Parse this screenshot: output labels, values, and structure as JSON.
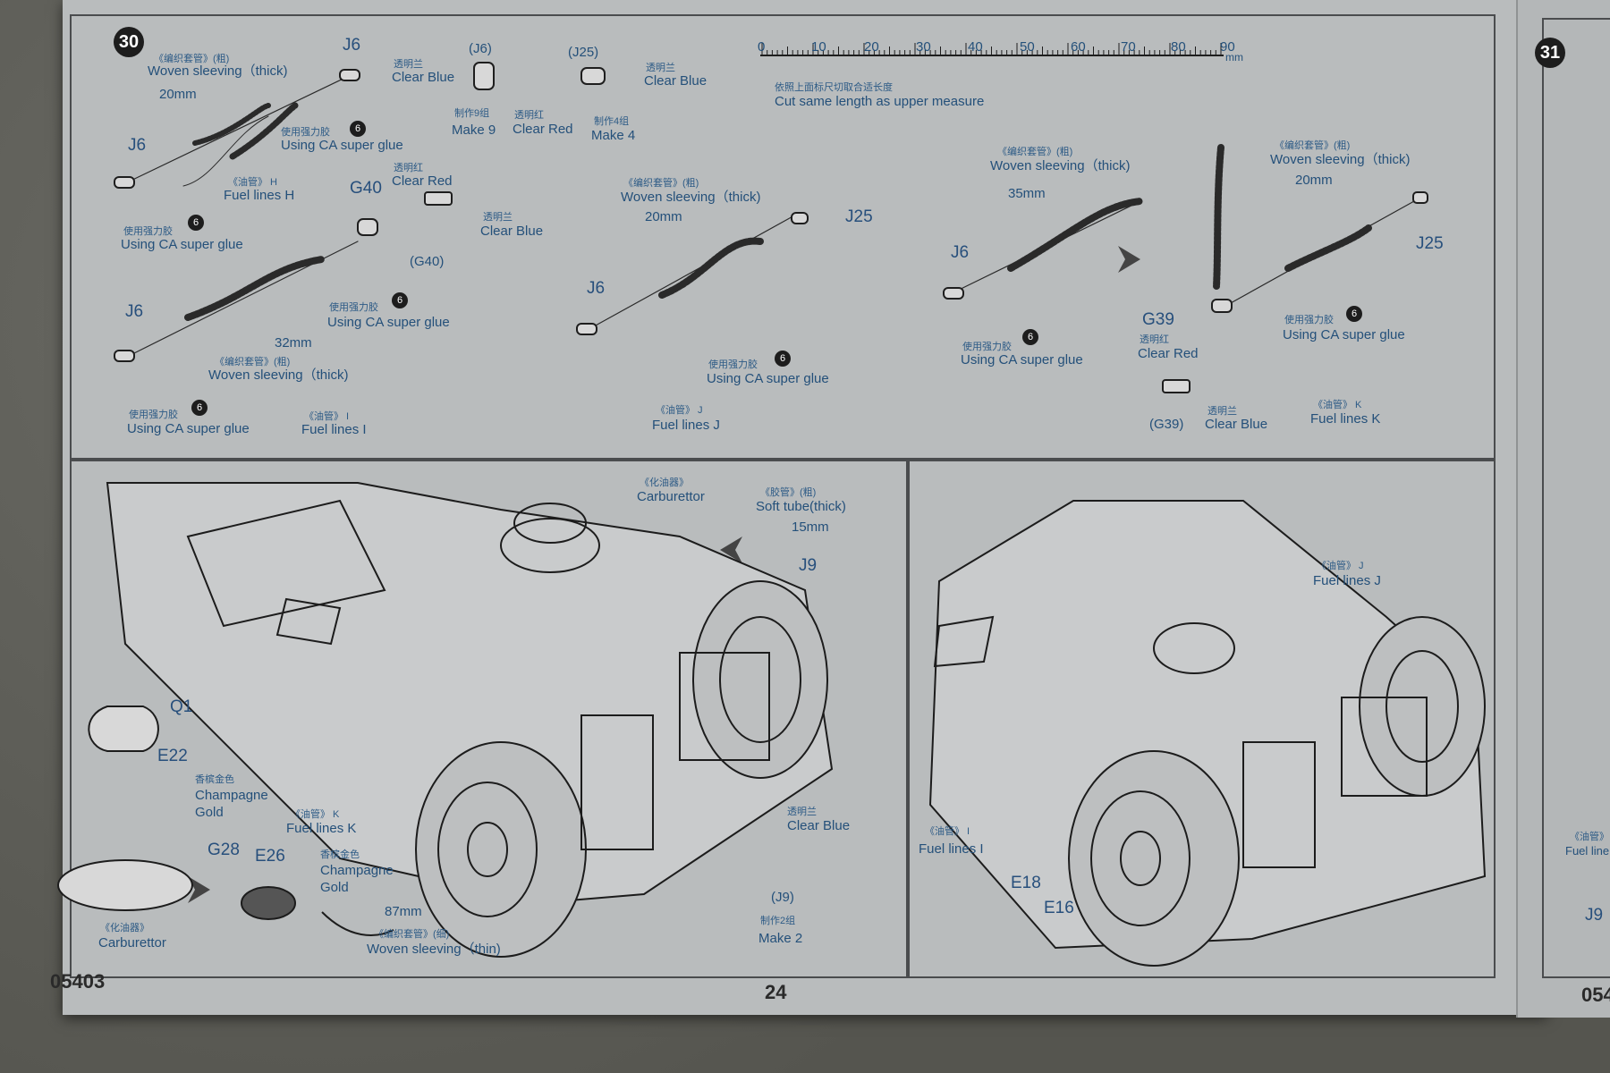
{
  "page": {
    "number": "24",
    "code": "05403",
    "code_right": "054"
  },
  "steps": {
    "step_30": "30",
    "step_31": "31"
  },
  "ruler": {
    "ticks": [
      "0",
      "10",
      "20",
      "30",
      "40",
      "50",
      "60",
      "70",
      "80",
      "90"
    ],
    "unit": "mm",
    "note_cn": "依照上面标尺切取合适长度",
    "note": "Cut same length as upper measure"
  },
  "top": {
    "h": {
      "sleeve_cn": "《编织套管》(粗)",
      "sleeve": "Woven sleeving（thick)",
      "len": "20mm",
      "part_top": "J6",
      "part_bottom": "J6",
      "fuel_cn": "《油管》 H",
      "fuel": "Fuel lines H",
      "glue_cn": "使用强力胶",
      "glue": "Using CA super glue",
      "glue2_cn": "使用强力胶",
      "glue2": "Using CA super glue"
    },
    "make": {
      "j6": "(J6)",
      "clear_blue_cn": "透明兰",
      "clear_blue": "Clear Blue",
      "make9_cn": "制作9组",
      "make9": "Make 9",
      "clear_red_cn": "透明红",
      "clear_red": "Clear Red",
      "j25": "(J25)",
      "clear_blue2_cn": "透明兰",
      "clear_blue2": "Clear Blue",
      "make4_cn": "制作4组",
      "make4": "Make 4"
    },
    "g40": {
      "part": "G40",
      "clear_red_cn": "透明红",
      "clear_red": "Clear Red",
      "clear_blue_cn": "透明兰",
      "clear_blue": "Clear Blue",
      "label": "(G40)"
    },
    "i": {
      "part": "J6",
      "len": "32mm",
      "sleeve_cn": "《编织套管》(粗)",
      "sleeve": "Woven sleeving（thick)",
      "glue_cn": "使用强力胶",
      "glue": "Using CA super glue",
      "glue2_cn": "使用强力胶",
      "glue2": "Using CA super glue",
      "fuel_cn": "《油管》 I",
      "fuel": "Fuel lines I"
    },
    "j": {
      "sleeve_cn": "《编织套管》(粗)",
      "sleeve": "Woven sleeving（thick)",
      "len": "20mm",
      "part_end": "J25",
      "part_start": "J6",
      "glue_cn": "使用强力胶",
      "glue": "Using CA super glue",
      "fuel_cn": "《油管》 J",
      "fuel": "Fuel lines J"
    },
    "k": {
      "sleeve_cn": "《编织套管》(粗)",
      "sleeve": "Woven sleeving（thick)",
      "len": "35mm",
      "part_start": "J6",
      "glue_cn": "使用强力胶",
      "glue": "Using CA super glue",
      "sleeve2_cn": "《编织套管》(粗)",
      "sleeve2": "Woven sleeving（thick)",
      "len2": "20mm",
      "part_end": "J25",
      "part_g39": "G39",
      "clear_red_cn": "透明红",
      "clear_red": "Clear Red",
      "glue2_cn": "使用强力胶",
      "glue2": "Using CA super glue",
      "g39_label": "(G39)",
      "clear_blue_cn": "透明兰",
      "clear_blue": "Clear Blue",
      "fuel_cn": "《油管》 K",
      "fuel": "Fuel lines K"
    }
  },
  "left": {
    "carb_cn": "《化油器》",
    "carb": "Carburettor",
    "soft_cn": "《胶管》(粗)",
    "soft": "Soft tube(thick)",
    "soft_len": "15mm",
    "j9": "J9",
    "q1": "Q1",
    "e22": "E22",
    "gold_cn": "香槟金色",
    "gold1": "Champagne",
    "gold2": "Gold",
    "fuel_k_cn": "《油管》 K",
    "fuel_k": "Fuel lines K",
    "g28": "G28",
    "e26": "E26",
    "gold_b_cn": "香槟金色",
    "gold_b1": "Champagne",
    "gold_b2": "Gold",
    "carb2_cn": "《化油器》",
    "carb2": "Carburettor",
    "thin_len": "87mm",
    "thin_cn": "《编织套管》(细)",
    "thin": "Woven sleeving（thin)",
    "clear_blue_cn": "透明兰",
    "clear_blue": "Clear Blue",
    "j9_label": "(J9)",
    "make2_cn": "制作2组",
    "make2": "Make 2"
  },
  "right": {
    "fuel_j_cn": "《油管》 J",
    "fuel_j": "Fuel lines J",
    "fuel_i_cn": "《油管》 I",
    "fuel_i": "Fuel lines I",
    "e18": "E18",
    "e16": "E16"
  },
  "next": {
    "fuel_cn": "《油管》",
    "fuel": "Fuel line",
    "j9": "J9"
  }
}
